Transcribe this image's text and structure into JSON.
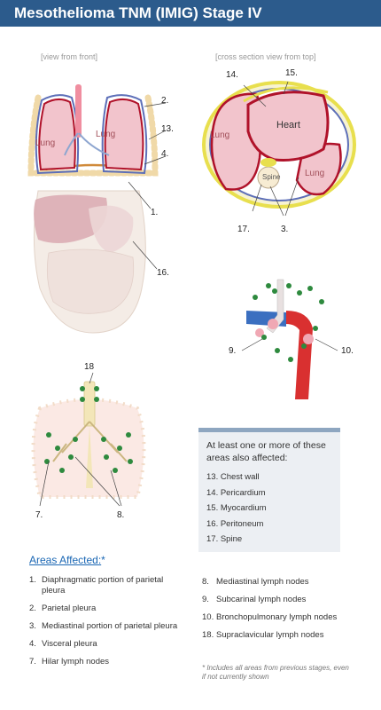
{
  "header": {
    "title": "Mesothelioma TNM (IMIG) Stage IV"
  },
  "views": {
    "front": "[view from front]",
    "cross": "[cross section view from top]"
  },
  "labels": {
    "lung": "Lung",
    "heart": "Heart",
    "spine": "Spine"
  },
  "callouts": {
    "front": [
      "2.",
      "13.",
      "4.",
      "1.",
      "16."
    ],
    "cross": [
      "14.",
      "15.",
      "17.",
      "3."
    ],
    "mediastinum": [
      "9.",
      "10."
    ],
    "chest": [
      "18",
      "7.",
      "8."
    ]
  },
  "infobox": {
    "title": "At least one or more of these areas also affected:",
    "items": [
      "13. Chest wall",
      "14. Pericardium",
      "15. Myocardium",
      "16. Peritoneum",
      "17. Spine"
    ]
  },
  "areas": {
    "title": "Areas Affected:",
    "asterisk": "*",
    "left": [
      {
        "n": "1.",
        "text": "Diaphragmatic portion of parietal pleura"
      },
      {
        "n": "2.",
        "text": "Parietal pleura"
      },
      {
        "n": "3.",
        "text": "Mediastinal portion of parietal pleura"
      },
      {
        "n": "4.",
        "text": "Visceral pleura"
      },
      {
        "n": "7.",
        "text": "Hilar lymph nodes"
      }
    ],
    "right": [
      {
        "n": "8.",
        "text": "Mediastinal lymph nodes"
      },
      {
        "n": "9.",
        "text": "Subcarinal lymph nodes"
      },
      {
        "n": "10.",
        "text": "Bronchopulmonary lymph nodes"
      },
      {
        "n": "18.",
        "text": "Supraclavicular lymph nodes"
      }
    ]
  },
  "footnote": "* Includes all areas from previous stages, even if not currently shown",
  "colors": {
    "header": "#2c5b8c",
    "lung": "#f2c4cc",
    "tumor": "#b0122a",
    "pleura_blue": "#5d6fb8",
    "chest_wall": "#e8df4e",
    "lymph": "#2e8a3e",
    "title_link": "#1a67b4"
  }
}
